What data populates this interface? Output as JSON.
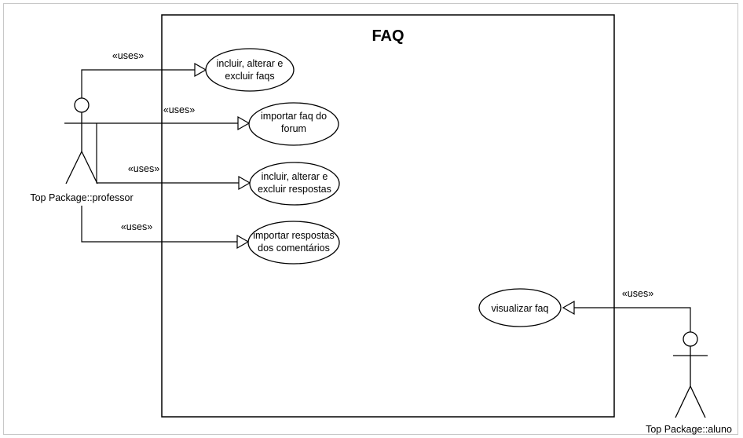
{
  "diagram": {
    "system_title": "FAQ",
    "actors": {
      "professor": {
        "name": "Top Package::professor"
      },
      "aluno": {
        "name": "Top Package::aluno"
      }
    },
    "use_cases": [
      {
        "id": "uc1",
        "lines": [
          "incluir, alterar e",
          "excluir faqs"
        ]
      },
      {
        "id": "uc2",
        "lines": [
          "importar faq do",
          "forum"
        ]
      },
      {
        "id": "uc3",
        "lines": [
          "incluir, alterar e",
          "excluir respostas"
        ]
      },
      {
        "id": "uc4",
        "lines": [
          "importar respostas",
          "dos comentários"
        ]
      },
      {
        "id": "uc5",
        "lines": [
          "visualizar faq"
        ]
      }
    ],
    "relations": [
      {
        "label": "«uses»"
      },
      {
        "label": "«uses»"
      },
      {
        "label": "«uses»"
      },
      {
        "label": "«uses»"
      },
      {
        "label": "«uses»"
      }
    ]
  }
}
